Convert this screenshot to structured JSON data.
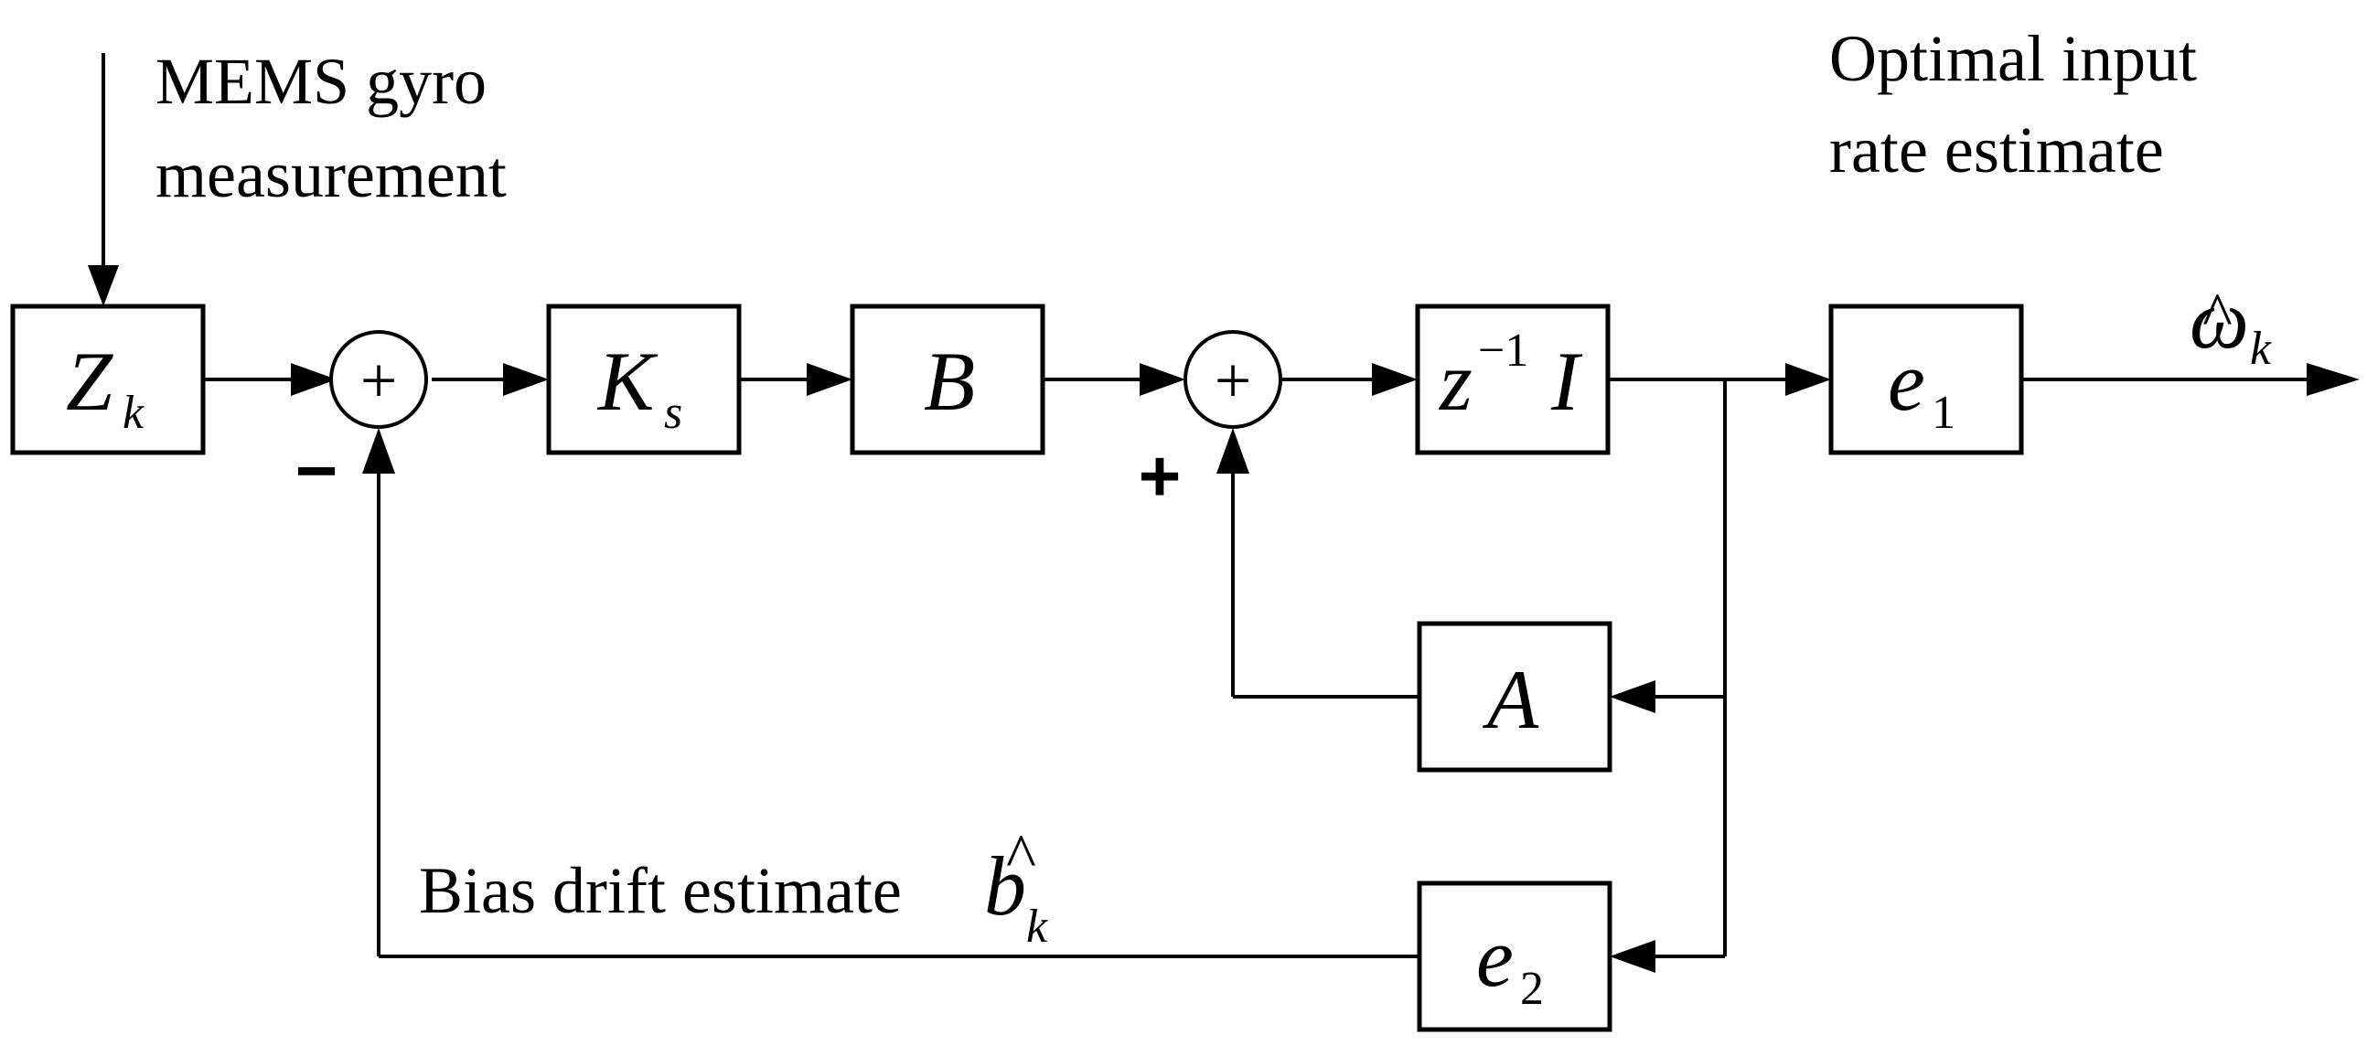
{
  "labels": {
    "input_line1": "MEMS gyro",
    "input_line2": "measurement",
    "output_line1": "Optimal input",
    "output_line2": "rate estimate",
    "bias_label": "Bias drift estimate"
  },
  "blocks": {
    "zk": {
      "main": "Z",
      "sub": "k"
    },
    "ks": {
      "main": "K",
      "sub": "s"
    },
    "b": {
      "main": "B"
    },
    "delay": {
      "main": "z",
      "sup": "−1",
      "tail": "I"
    },
    "e1": {
      "main": "e",
      "sub": "1"
    },
    "a": {
      "main": "A"
    },
    "e2": {
      "main": "e",
      "sub": "2"
    }
  },
  "summing_junctions": {
    "symbol": "+",
    "sum1_sign": "−",
    "sum2_sign": "+"
  },
  "signals": {
    "omega_hat": {
      "main": "ω",
      "hat": "^",
      "sub": "k"
    },
    "b_hat": {
      "main": "b",
      "hat": "^",
      "sub": "k"
    }
  },
  "colors": {
    "line": "#000000",
    "background": "#ffffff"
  }
}
